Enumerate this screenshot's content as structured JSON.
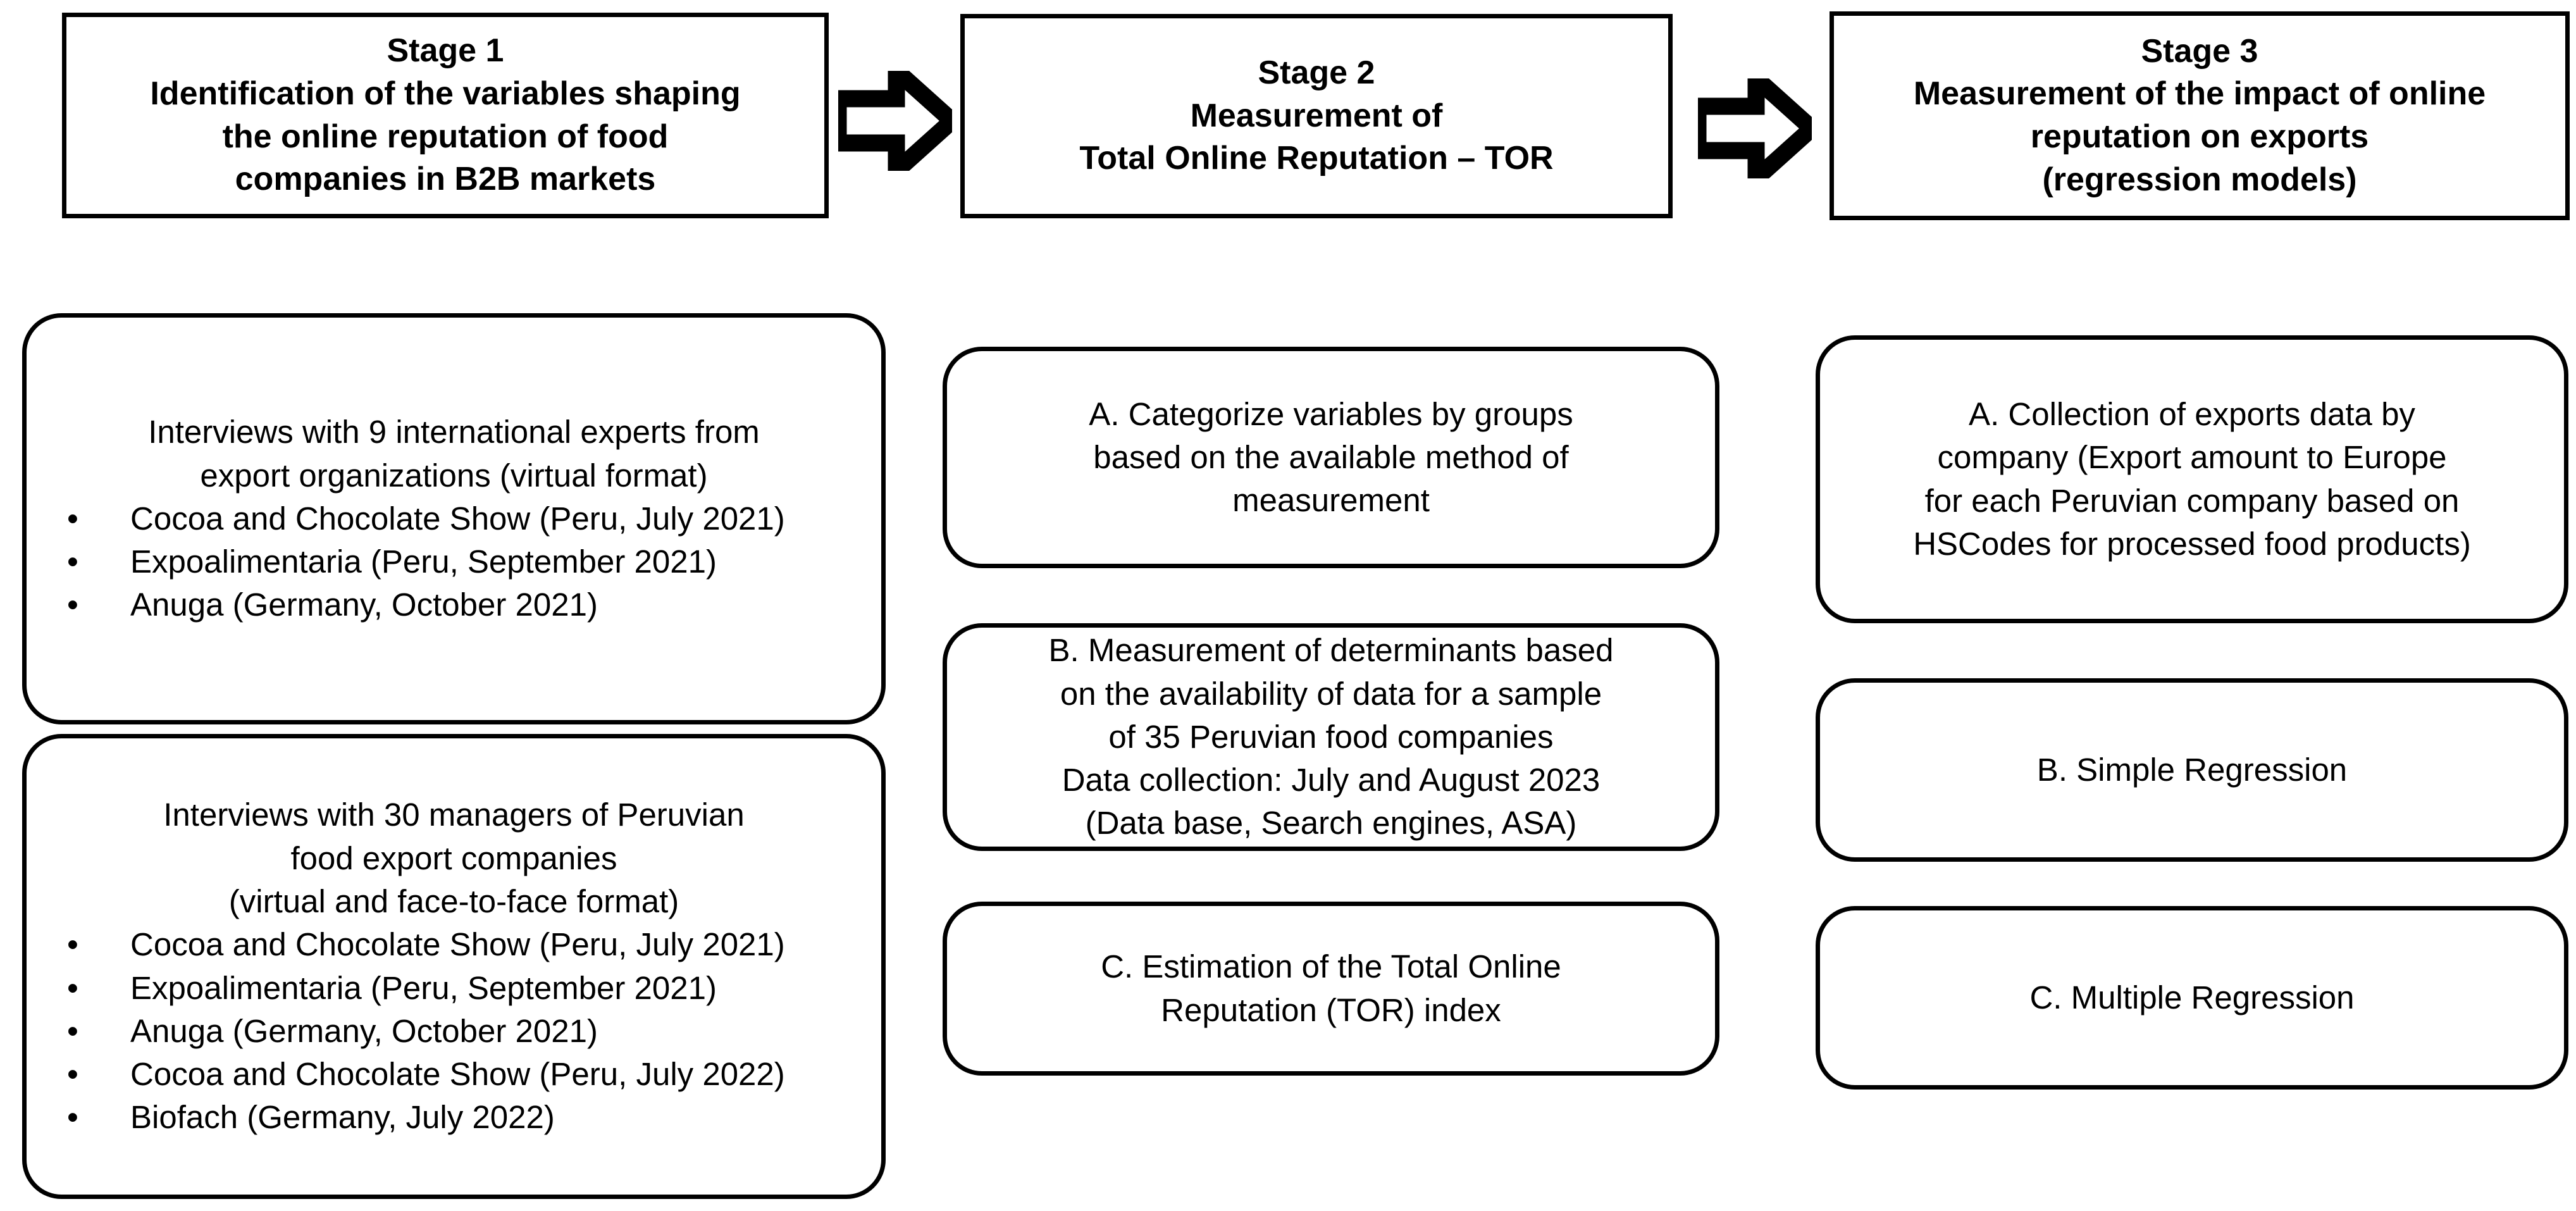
{
  "diagram": {
    "title_implicit": "Three-stage research methodology flow",
    "arrow_icon": "block-arrow-right-icon",
    "bullet_glyph": "•",
    "colors": {
      "stroke": "#000000",
      "background": "#ffffff",
      "text": "#000000"
    }
  },
  "stages": [
    {
      "id": "stage-1",
      "lines": [
        "Stage 1",
        "Identification of the variables shaping",
        "the online reputation of food",
        "companies in B2B markets"
      ]
    },
    {
      "id": "stage-2",
      "lines": [
        "Stage 2",
        "Measurement of",
        "Total Online Reputation – TOR"
      ]
    },
    {
      "id": "stage-3",
      "lines": [
        "Stage 3",
        "Measurement of the impact of online",
        "reputation on exports",
        "(regression models)"
      ]
    }
  ],
  "columns": [
    {
      "id": "column-1",
      "cards": [
        {
          "id": "card-1a",
          "heading": "Interviews with 9 international experts from\nexport organizations (virtual format)",
          "bullets": [
            "Cocoa and Chocolate Show (Peru, July 2021)",
            "Expoalimentaria (Peru, September 2021)",
            "Anuga (Germany, October 2021)"
          ]
        },
        {
          "id": "card-1b",
          "heading": "Interviews with 30 managers of Peruvian\nfood export companies\n(virtual and face-to-face format)",
          "bullets": [
            "Cocoa and Chocolate Show (Peru, July 2021)",
            "Expoalimentaria (Peru, September 2021)",
            "Anuga (Germany, October 2021)",
            "Cocoa and Chocolate Show (Peru, July 2022)",
            "Biofach (Germany, July 2022)"
          ]
        }
      ]
    },
    {
      "id": "column-2",
      "cards": [
        {
          "id": "card-2a",
          "heading": "A.  Categorize variables by groups\nbased on the available method of\nmeasurement",
          "bullets": []
        },
        {
          "id": "card-2b",
          "heading": "B. Measurement of determinants based\non the availability of data for a sample\nof 35 Peruvian food companies\nData collection: July and August 2023\n(Data base, Search engines, ASA)",
          "bullets": []
        },
        {
          "id": "card-2c",
          "heading": "C. Estimation of the Total Online\nReputation (TOR) index",
          "bullets": []
        }
      ]
    },
    {
      "id": "column-3",
      "cards": [
        {
          "id": "card-3a",
          "heading": "A. Collection of exports data by\ncompany (Export amount to Europe\nfor each Peruvian company based on\nHSCodes for processed food products)",
          "bullets": []
        },
        {
          "id": "card-3b",
          "heading": "B. Simple Regression",
          "bullets": []
        },
        {
          "id": "card-3c",
          "heading": "C. Multiple Regression",
          "bullets": []
        }
      ]
    }
  ]
}
